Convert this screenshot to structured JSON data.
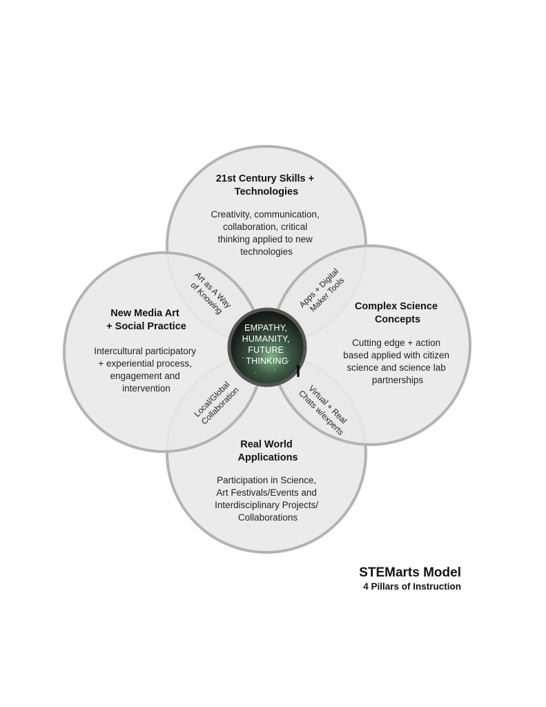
{
  "pillars": {
    "top": {
      "title": [
        "21st Century Skills +",
        "Technologies"
      ],
      "body": [
        "Creativity, communication,",
        "collaboration, critical",
        "thinking applied to new",
        "technologies"
      ]
    },
    "left": {
      "title": [
        "New Media Art",
        "+ Social Practice"
      ],
      "body": [
        "Intercultural participatory",
        "+ experiential process,",
        "engagement and",
        "intervention"
      ]
    },
    "right": {
      "title": [
        "Complex Science",
        "Concepts"
      ],
      "body": [
        "Cutting edge + action",
        "based applied with citizen",
        "science and science lab",
        "partnerships"
      ]
    },
    "bottom": {
      "title": [
        "Real World",
        "Applications"
      ],
      "body": [
        "Participation in Science,",
        "Art Festivals/Events and",
        "Interdisciplinary Projects/",
        "Collaborations"
      ]
    }
  },
  "overlaps": {
    "top_left": [
      "Art as A Way",
      "of Knowing"
    ],
    "top_right": [
      "Apps + Digital",
      "Maker Tools"
    ],
    "bottom_left": [
      "Local/Global",
      "Collaboration"
    ],
    "bottom_right": [
      "Virtual + Real",
      "Chats w/experts"
    ]
  },
  "hub": [
    "EMPATHY,",
    "HUMANITY,",
    "FUTURE",
    "THINKING"
  ],
  "caption": {
    "title": "STEMarts Model",
    "subtitle": "4 Pillars of Instruction"
  },
  "colors": {
    "circle_fill": "#e9e9e9",
    "circle_stroke": "#b3b3b3",
    "hub_ring": "#555555",
    "hub_glow": "#7fb58a"
  }
}
